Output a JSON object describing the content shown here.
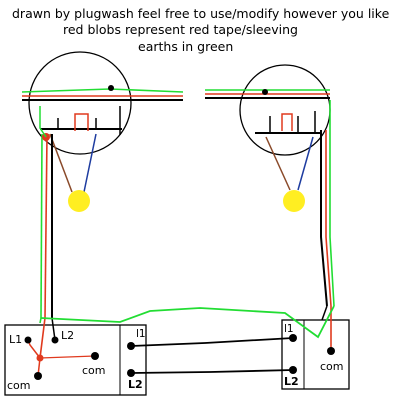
{
  "notes": {
    "line1": "drawn by plugwash feel free to use/modify however you like",
    "line2": "red blobs represent red tape/sleeving",
    "line3": "earths in green"
  },
  "left_switch": {
    "l1": "L1",
    "l2": "L2",
    "com_outer": "com",
    "com_inner": "com",
    "t1": "l1",
    "t2": "L2"
  },
  "right_switch": {
    "t1": "l1",
    "t2": "L2",
    "com": "com"
  },
  "colors": {
    "live": "#e03a1e",
    "earth": "#22dd33",
    "neutral": "#1e3ca0",
    "brown": "#8a4a2a",
    "cable": "#000000",
    "lamp": "#ffee22"
  }
}
